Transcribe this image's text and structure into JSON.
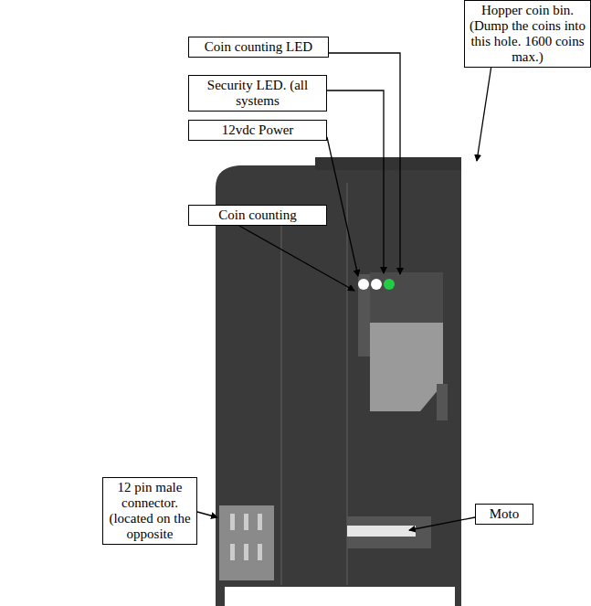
{
  "diagram": {
    "nodes": [
      {
        "text": [
          "Hopper coin bin. (Dump the coins into this hole. 1600 coins max.)"
        ]
      },
      {
        "text": [
          "Coin counting LED"
        ]
      },
      {
        "text": [
          "Security LED. (all systems"
        ]
      },
      {
        "text": [
          "12vdc Power"
        ]
      },
      {
        "text": [
          "Coin counting"
        ]
      },
      {
        "text": [
          "12 pin male connector. (located on the opposite"
        ]
      },
      {
        "text": [
          "Moto"
        ]
      }
    ]
  }
}
